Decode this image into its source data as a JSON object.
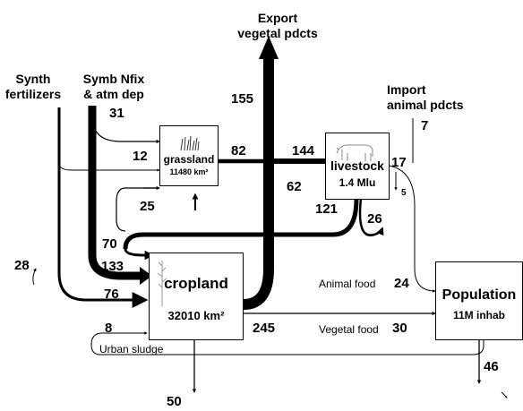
{
  "sources": {
    "synth_fertilizers": "Synth\nfertilizers",
    "symb_nfix": "Symb Nfix\n& atm dep",
    "export_vegetal": "Export\nvegetal pdcts",
    "import_animal": "Import\nanimal pdcts"
  },
  "nodes": {
    "grassland": {
      "label": "grassland",
      "area": "11480 km²"
    },
    "livestock": {
      "label": "livestock",
      "units": "1.4 Mlu"
    },
    "cropland": {
      "label": "cropland",
      "area": "32010 km²"
    },
    "population": {
      "label": "Population",
      "inhab": "11M inhab"
    }
  },
  "flow_labels": {
    "animal_food": "Animal food",
    "vegetal_food": "Vegetal food",
    "urban_sludge": "Urban sludge"
  },
  "flows": {
    "nfix_to_grassland": "31",
    "synth_to_grassland": "12",
    "grassland_to_livestock": "82",
    "cropland_to_livestock": "144",
    "export_vegetal": "155",
    "import_animal": "7",
    "livestock_from_import": "17",
    "livestock_loss_small": "5",
    "livestock_manure_grassland": "62",
    "grassland_manure": "25",
    "livestock_manure_cropland": "121",
    "livestock_volatilization": "26",
    "manure_to_cropland": "70",
    "cropland_loss": "28",
    "nfix_to_cropland": "133",
    "synth_to_cropland": "76",
    "urban_sludge_flow": "8",
    "cropland_to_food": "245",
    "animal_food_flow": "24",
    "vegetal_food_flow": "30",
    "population_loss": "46",
    "cropland_leaching": "50"
  }
}
